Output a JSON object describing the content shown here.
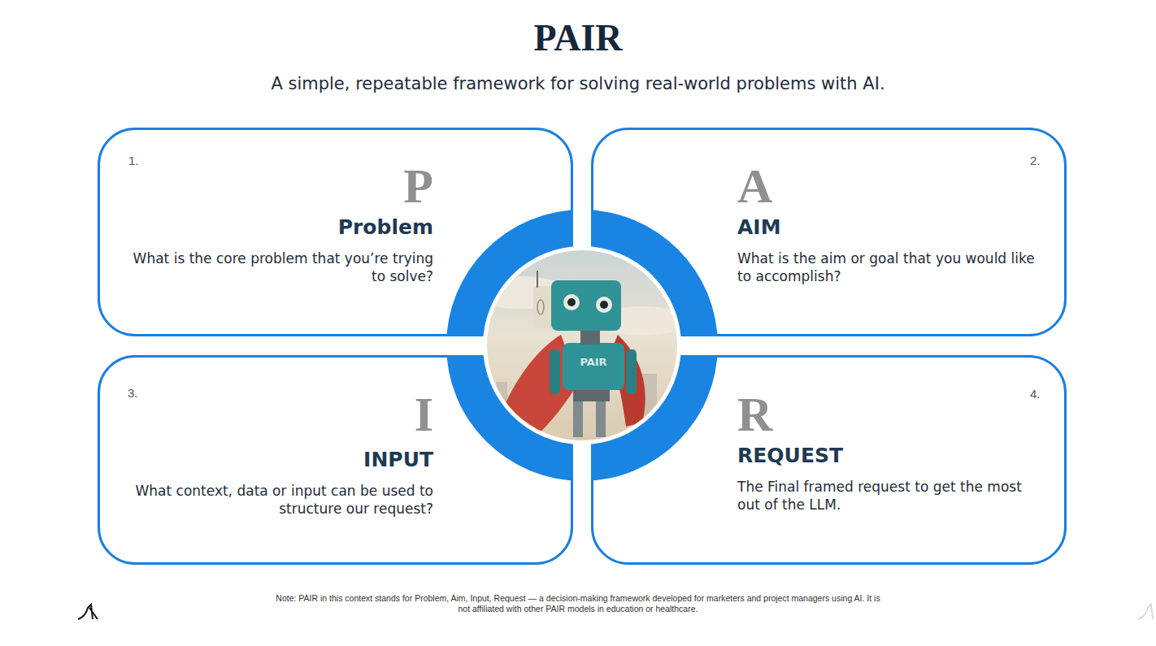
{
  "diagram": {
    "title": "PAIR",
    "caption": "A simple, repeatable framework for solving real-world problems with AI.",
    "nodes": [
      {
        "text": [
          "1.",
          "P",
          "Problem",
          "What is the core problem that you’re trying to solve?"
        ]
      },
      {
        "text": [
          "2.",
          "A",
          "AIM",
          "What is the aim or goal that you would like to accomplish?"
        ]
      },
      {
        "text": [
          "3.",
          "I",
          "INPUT",
          "What context, data or input can be used to structure our request?"
        ]
      },
      {
        "text": [
          "4.",
          "R",
          "REQUEST",
          "The Final framed request to get the most out of the LLM."
        ]
      }
    ],
    "labels": [
      "PAIR",
      "Note: PAIR in this context stands for Problem, Aim, Input, Request — a decision-making framework developed for marketers and project managers using AI. It is not affiliated with other PAIR models in education or healthcare."
    ]
  }
}
